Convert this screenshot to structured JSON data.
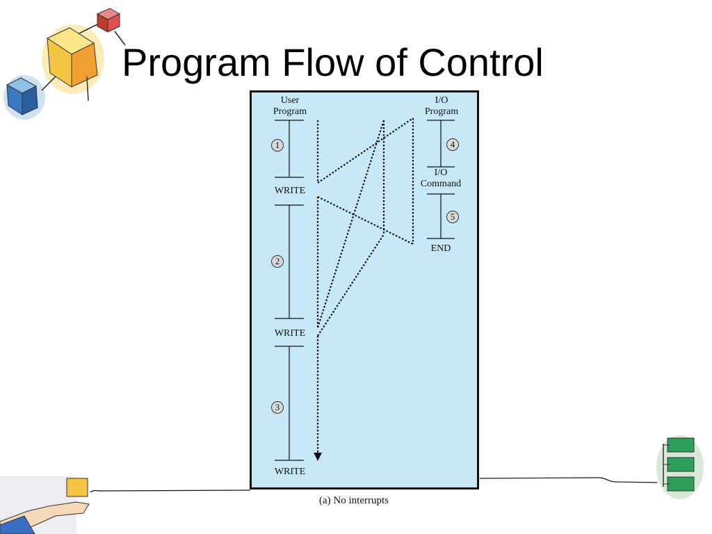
{
  "slide": {
    "title": "Program Flow of Control"
  },
  "diagram": {
    "user_program_label_line1": "User",
    "user_program_label_line2": "Program",
    "io_program_label_line1": "I/O",
    "io_program_label_line2": "Program",
    "steps": [
      "1",
      "2",
      "3",
      "4",
      "5"
    ],
    "write_labels": [
      "WRITE",
      "WRITE",
      "WRITE"
    ],
    "io_command_line1": "I/O",
    "io_command_line2": "Command",
    "end_label": "END",
    "caption": "(a) No interrupts",
    "background_color": "#c6e8f7"
  },
  "decorations": {
    "top_left": "cubes-clipart",
    "bottom_left": "hand-holding-box-clipart",
    "bottom_right": "stacked-green-boxes-clipart"
  }
}
